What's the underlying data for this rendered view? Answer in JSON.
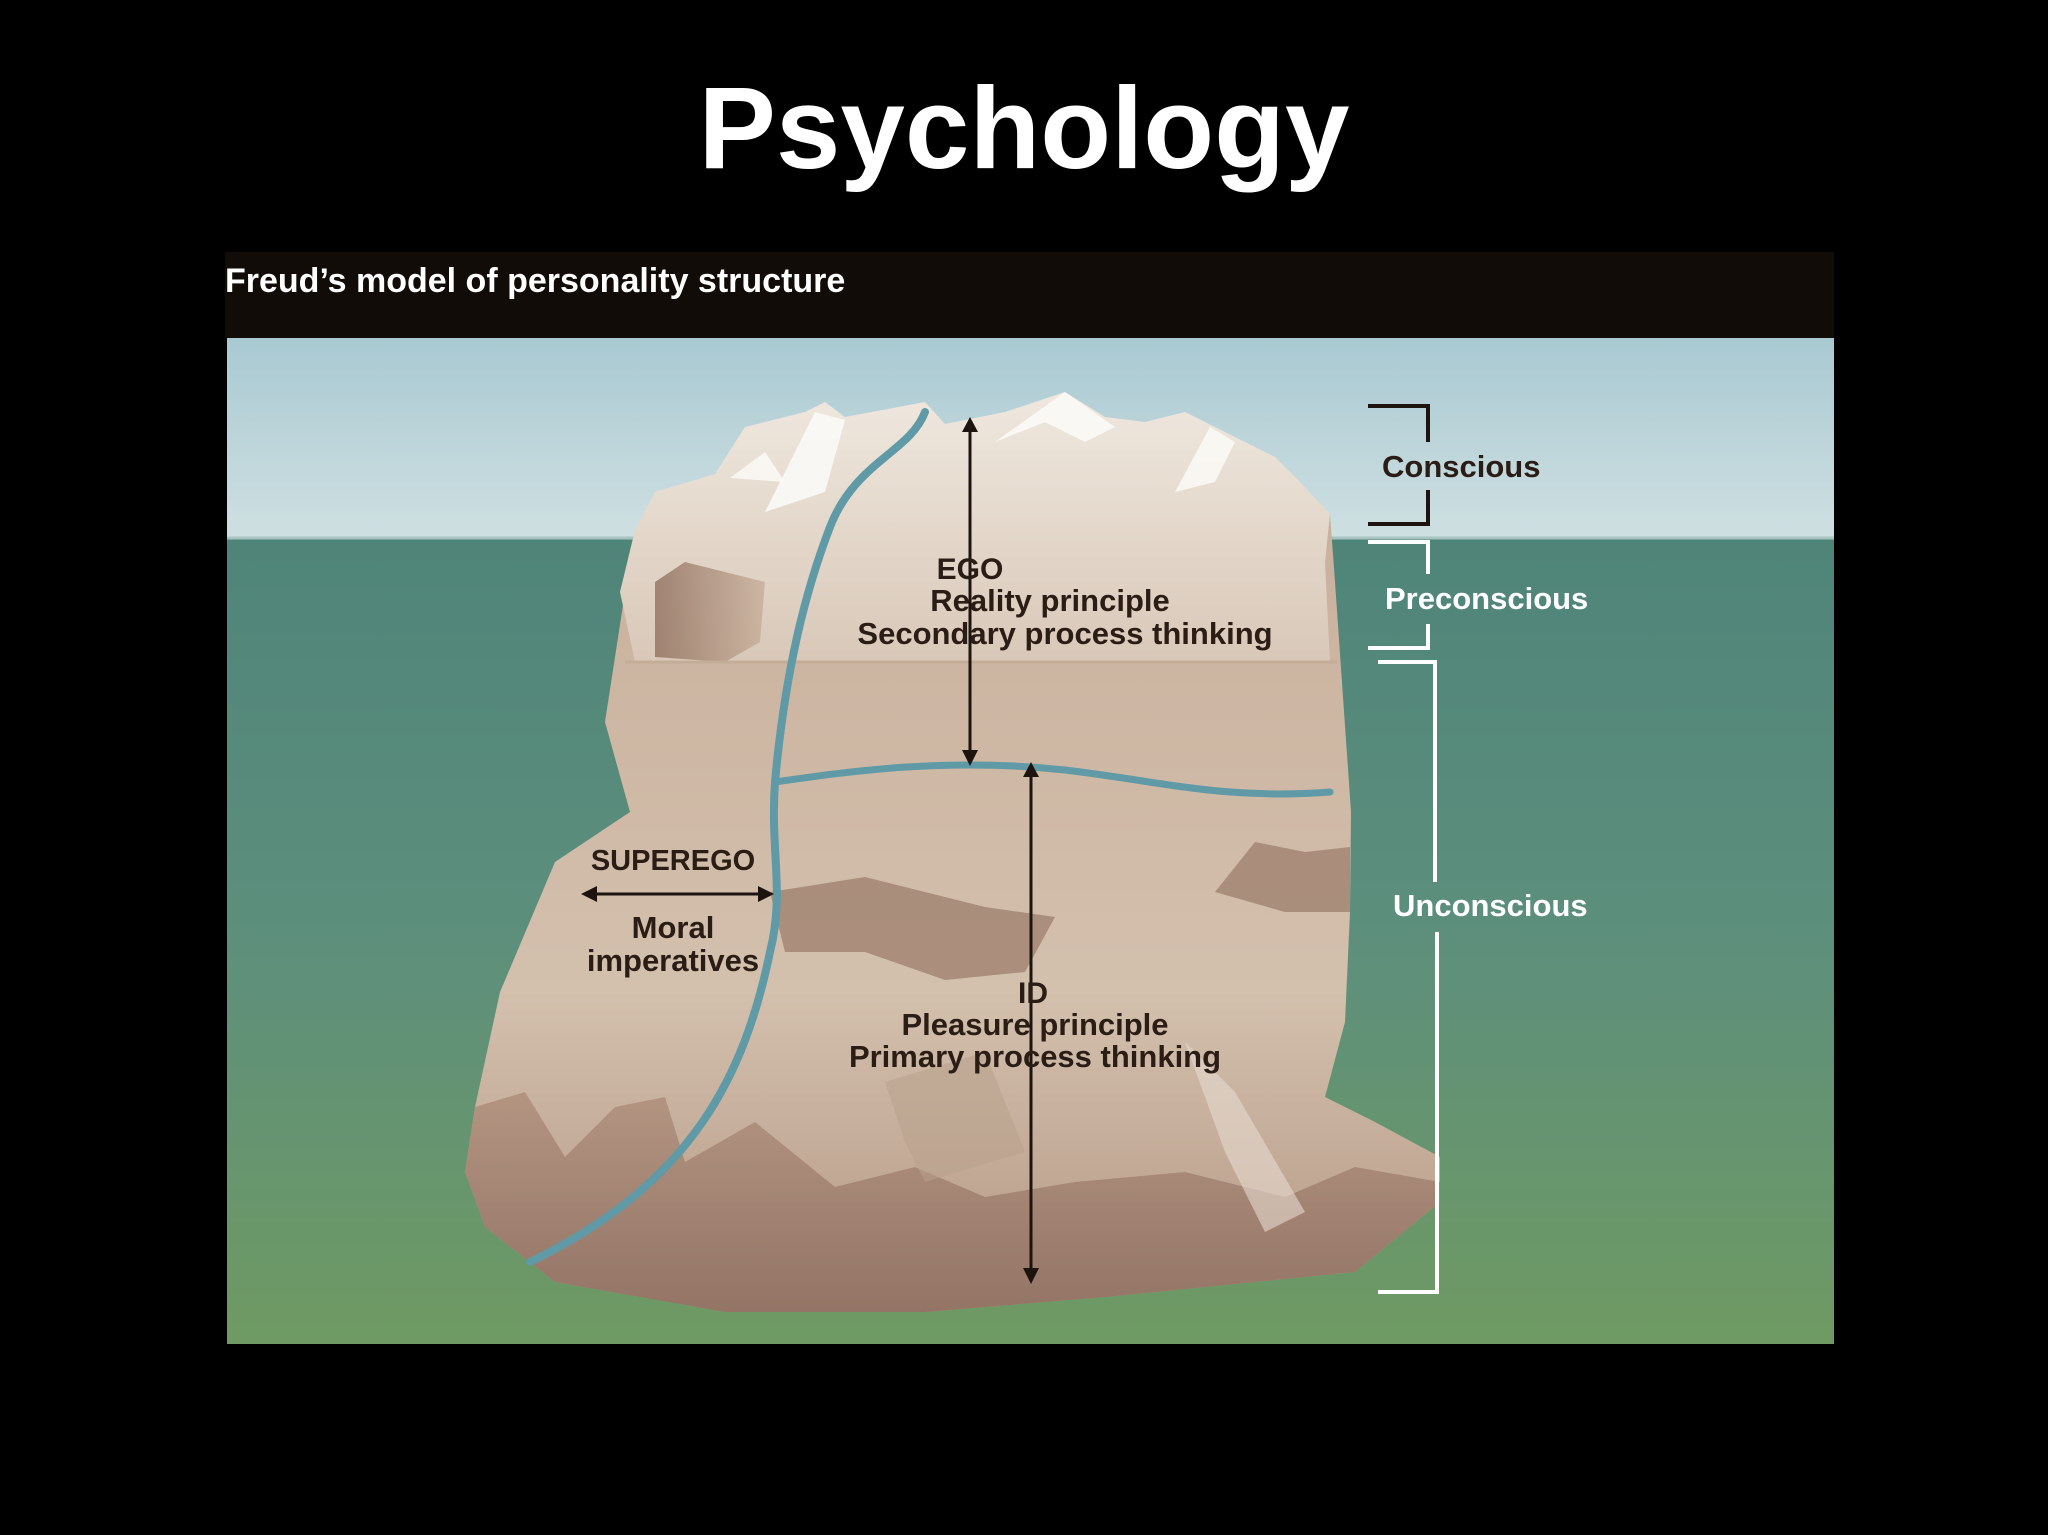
{
  "slide": {
    "title": "Psychology"
  },
  "figure": {
    "caption": "Freud’s model of personality structure",
    "levels": {
      "conscious": "Conscious",
      "preconscious": "Preconscious",
      "unconscious": "Unconscious"
    },
    "ego": {
      "name": "EGO",
      "principle": "Reality principle",
      "thinking": "Secondary process thinking"
    },
    "superego": {
      "name": "SUPEREGO",
      "line1": "Moral",
      "line2": "imperatives"
    },
    "id": {
      "name": "ID",
      "principle": "Pleasure principle",
      "thinking": "Primary process thinking"
    },
    "colors": {
      "sky": "#bcd6dc",
      "water": "#5f8c80",
      "iceberg": "#c9b4a2",
      "boundary": "#5f9aa6",
      "label_dark": "#2a1d15",
      "label_light": "#ffffff"
    }
  }
}
